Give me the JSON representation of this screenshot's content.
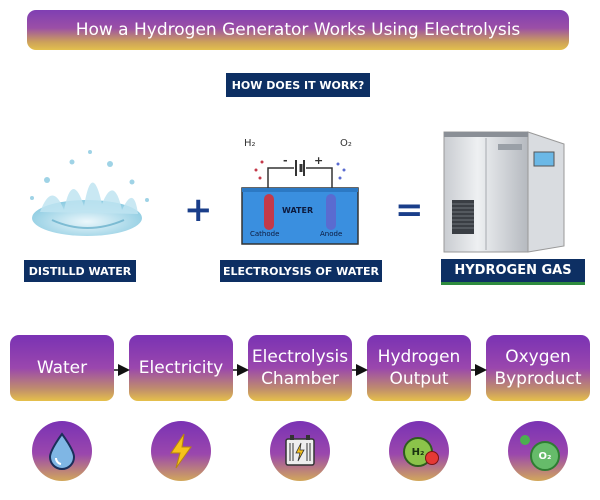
{
  "title": "How a Hydrogen Generator Works Using Electrolysis",
  "subtitle": "HOW DOES IT WORK?",
  "equation": {
    "left_label": "DISTILLD WATER",
    "middle_label": "ELECTROLYSIS OF WATER",
    "right_label": "HYDROGEN GAS",
    "plus": "+",
    "equals": "="
  },
  "electrolysis": {
    "h2": "H₂",
    "o2": "O₂",
    "minus": "-",
    "plus": "+",
    "water": "WATER",
    "cathode": "Cathode",
    "anode": "Anode"
  },
  "steps": [
    {
      "label": "Water",
      "icon": "water-drop-icon"
    },
    {
      "label": "Electricity",
      "icon": "lightning-icon"
    },
    {
      "label": "Electrolysis Chamber",
      "icon": "battery-chamber-icon"
    },
    {
      "label": "Hydrogen Output",
      "icon": "hydrogen-icon"
    },
    {
      "label": "Oxygen Byproduct",
      "icon": "oxygen-icon"
    }
  ],
  "icons_text": {
    "h2": "H₂",
    "o2": "O₂"
  },
  "colors": {
    "navy": "#0d2f63",
    "purple": "#7a32b4",
    "gold": "#e6c04a"
  }
}
